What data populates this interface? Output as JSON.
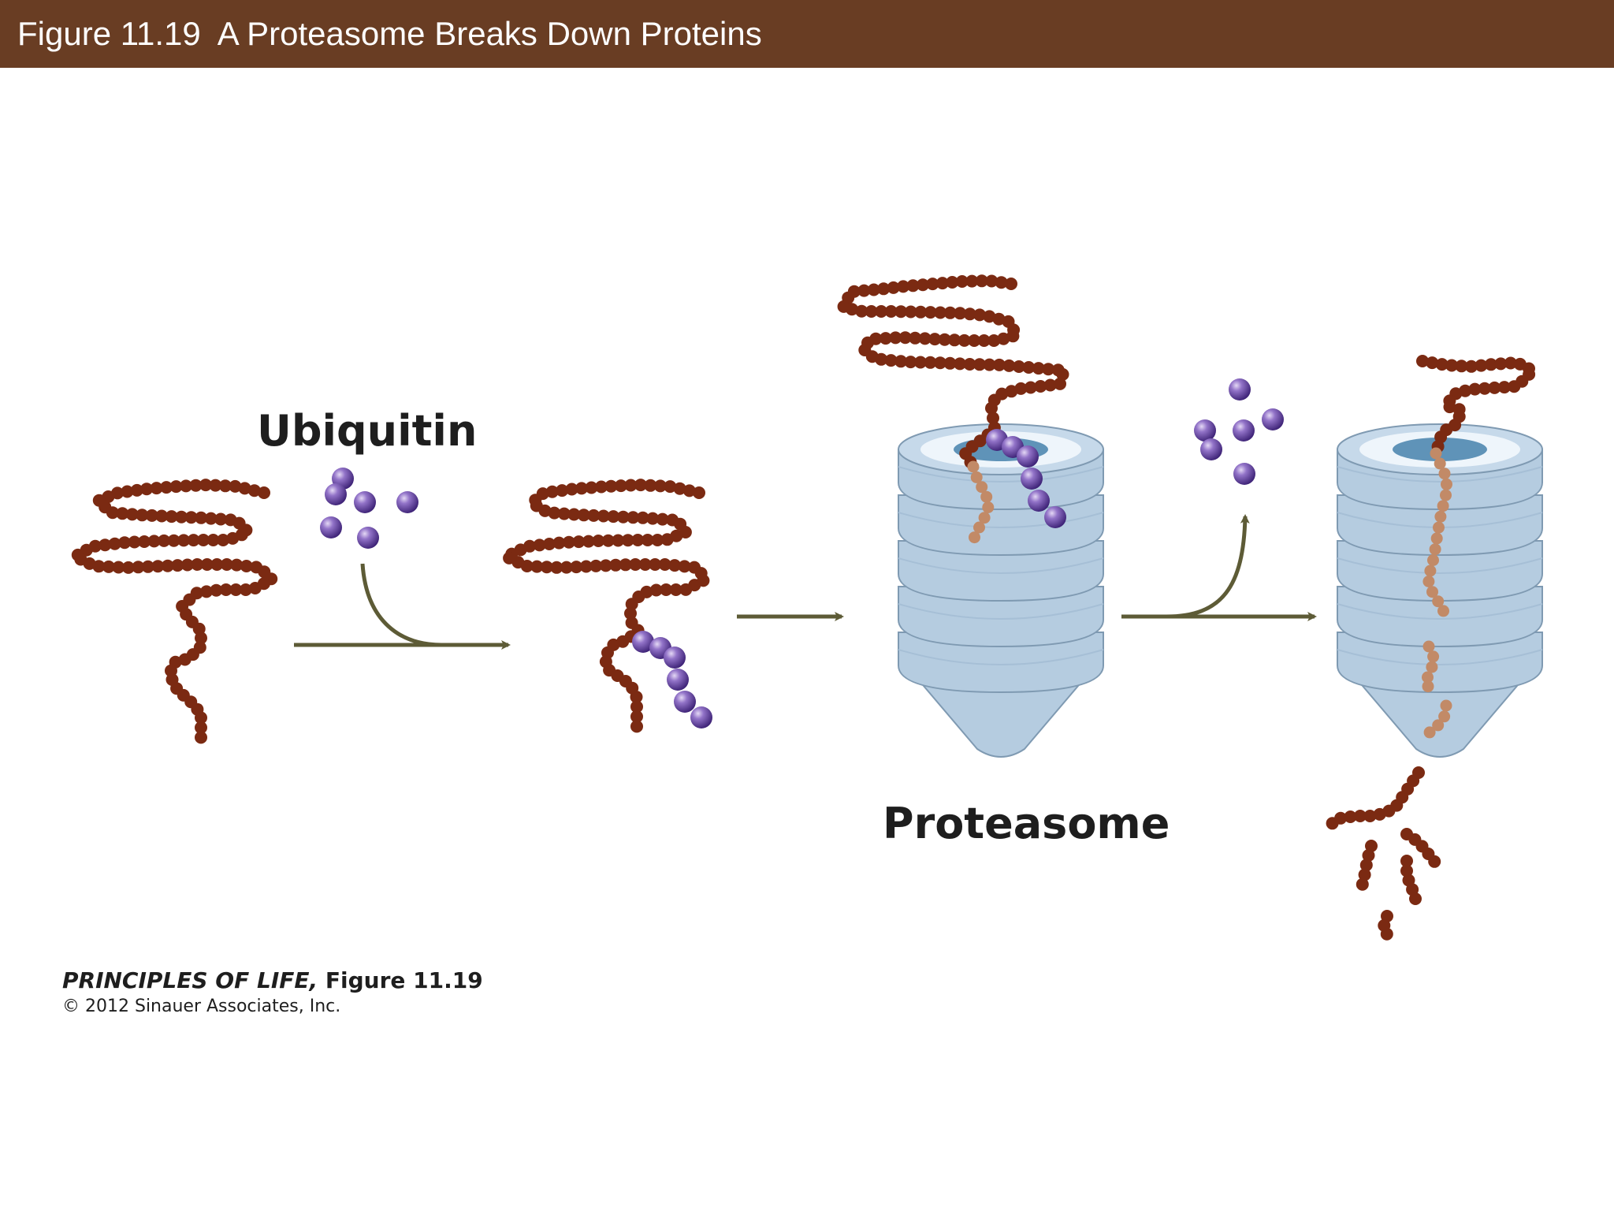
{
  "header": {
    "title": "Figure 11.19  A Proteasome Breaks Down Proteins"
  },
  "labels": {
    "ubiquitin": "Ubiquitin",
    "proteasome": "Proteasome"
  },
  "credit": {
    "book": "PRINCIPLES OF LIFE,",
    "figure": " Figure 11.19",
    "copyright": "© 2012 Sinauer Associates, Inc."
  },
  "colors": {
    "title_bar": "#693d23",
    "protein_bead": "#7b2a12",
    "protein_bead_inside": "#c28a67",
    "ubiquitin": "#6a4a9c",
    "proteasome_body": "#b5cce0",
    "proteasome_outline": "#7f9ab2",
    "arrow": "#5d5b36"
  }
}
